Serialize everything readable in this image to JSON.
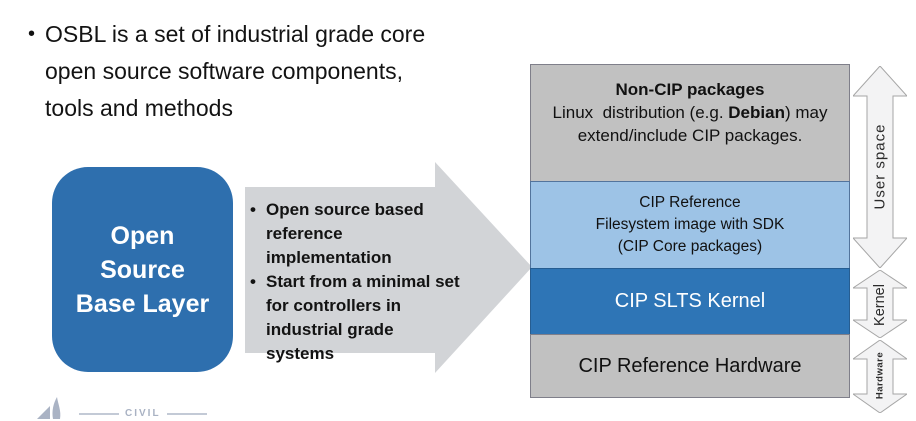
{
  "intro": {
    "bullet_char": "•",
    "lines": [
      "OSBL is a set of industrial grade core",
      "open source software components,",
      "tools and methods"
    ]
  },
  "osbl_box": {
    "lines": [
      "Open",
      "Source",
      "Base Layer"
    ]
  },
  "arrow": {
    "bullet_char": "•",
    "bullets": [
      [
        "Open source based",
        "reference",
        "implementation"
      ],
      [
        "Start from a minimal set",
        "for controllers in",
        "industrial grade systems"
      ]
    ]
  },
  "stack": {
    "layer1": {
      "title": "Non-CIP packages",
      "desc_pre": "Linux  distribution (e.g. ",
      "desc_bold": "Debian",
      "desc_post": ") may",
      "desc_line2": "extend/include CIP packages."
    },
    "layer2": {
      "lines": [
        "CIP Reference",
        "Filesystem image with SDK",
        "(CIP Core packages)"
      ]
    },
    "layer3": {
      "label": "CIP SLTS Kernel"
    },
    "layer4": {
      "label": "CIP Reference Hardware"
    }
  },
  "side_labels": {
    "user_space": "User space",
    "kernel": "Kernel",
    "hardware": "Hardware"
  },
  "logo": {
    "word": "CIVIL"
  },
  "colors": {
    "osbl_blue": "#2e6fae",
    "kernel_blue": "#2e75b6",
    "light_blue": "#9dc3e6",
    "layer_gray": "#c1c1c1",
    "arrow_gray": "#d2d4d7",
    "side_arrow_fill": "#f3f3f4"
  }
}
